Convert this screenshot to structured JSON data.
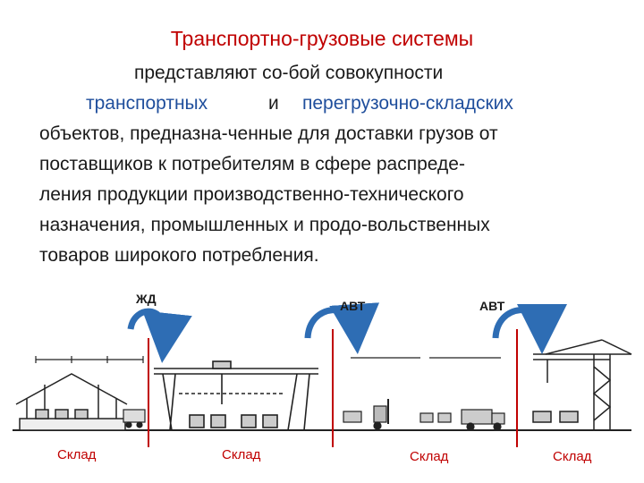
{
  "title": "Транспортно-грузовые  системы",
  "body": {
    "l1": "представляют со-бой  совокупности",
    "l2a": "транспортных",
    "l2b": "и",
    "l2c": "перегрузочно-складских",
    "l3": "объектов, предназна-ченные для доставки грузов от",
    "l4": "поставщиков  к  потребителям в сфере распреде-",
    "l5": "ления  продукции  производственно-технического",
    "l6": "назначения, промышленных и продо-вольственных",
    "l7": "товаров широкого потребления."
  },
  "diagram": {
    "transport_labels": [
      "ЖД",
      "АВТ",
      "АВТ"
    ],
    "warehouse_labels": [
      "Склад",
      "Склад",
      "Склад",
      "Склад"
    ],
    "colors": {
      "arrow": "#2e6db4",
      "divider": "#c00000",
      "heading": "#c00000",
      "keyword": "#1f4e9c"
    }
  }
}
